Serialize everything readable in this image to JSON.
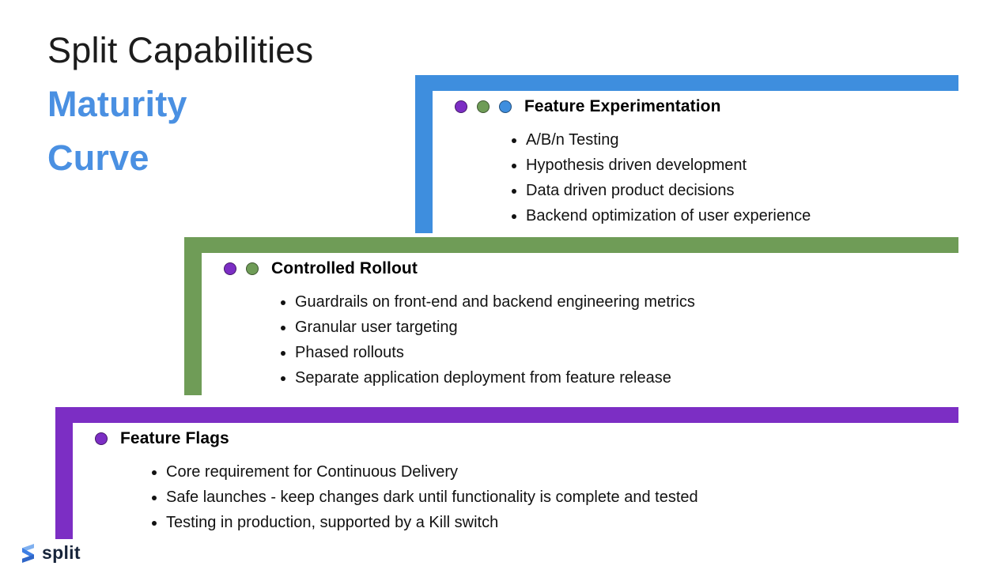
{
  "slide_title": {
    "line_black": "Split Capabilities",
    "line_blue_1": "Maturity",
    "line_blue_2": "Curve"
  },
  "colors": {
    "blue": "#3E8EDE",
    "green": "#6F9C57",
    "purple": "#7C2EC4",
    "title_blue": "#4A90E2"
  },
  "panels": [
    {
      "heading": "Feature Experimentation",
      "accent": "#3E8EDE",
      "dots": [
        "#7C2EC4",
        "#6F9C57",
        "#3E8EDE"
      ],
      "bullets": [
        "A/B/n Testing",
        "Hypothesis driven development",
        "Data driven product decisions",
        "Backend optimization of user experience"
      ]
    },
    {
      "heading": "Controlled Rollout",
      "accent": "#6F9C57",
      "dots": [
        "#7C2EC4",
        "#6F9C57"
      ],
      "bullets": [
        "Guardrails on front-end and backend engineering metrics",
        "Granular user targeting",
        "Phased rollouts",
        "Separate application deployment from feature release"
      ]
    },
    {
      "heading": "Feature Flags",
      "accent": "#7C2EC4",
      "dots": [
        "#7C2EC4"
      ],
      "bullets": [
        "Core requirement for Continuous Delivery",
        "Safe launches - keep changes dark until functionality is complete and tested",
        "Testing in production, supported by a Kill switch"
      ]
    }
  ],
  "logo": {
    "text": "split"
  }
}
